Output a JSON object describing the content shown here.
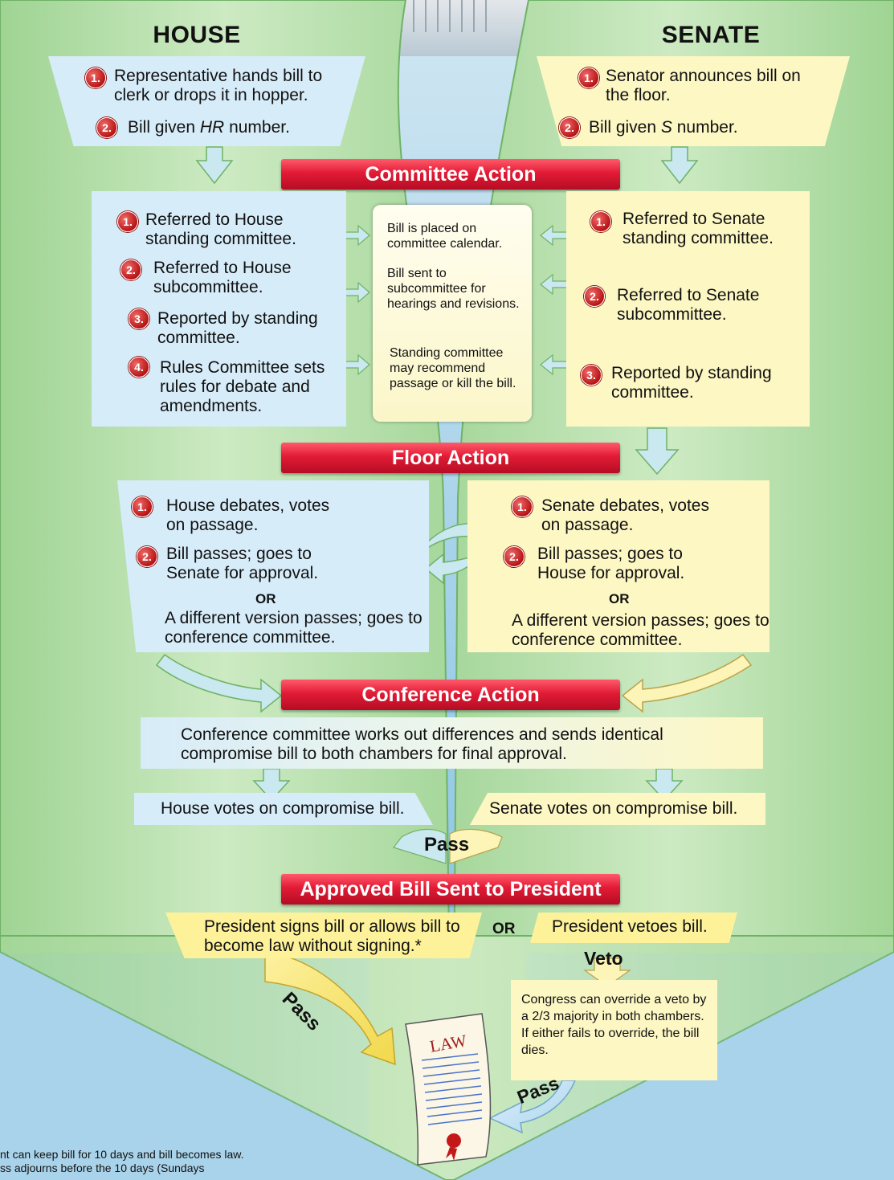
{
  "colors": {
    "house_box": "#d7ecf9",
    "senate_box": "#fdf7c4",
    "banner_red": "#e21b35",
    "badge_red": "#c41919",
    "arrow_green": "#bfe3b2",
    "arrow_green_dark": "#8fcd85",
    "background": "#a9d3ea"
  },
  "house": {
    "title": "HOUSE",
    "intro": [
      {
        "num": "1.",
        "text": "Representative hands bill to clerk or drops it in hopper."
      },
      {
        "num": "2.",
        "text_pre": "Bill given ",
        "text_em": "HR",
        "text_post": " number."
      }
    ],
    "committee": [
      {
        "num": "1.",
        "text": "Referred to House standing committee."
      },
      {
        "num": "2.",
        "text": "Referred to House subcommittee."
      },
      {
        "num": "3.",
        "text": "Reported by standing committee."
      },
      {
        "num": "4.",
        "text": "Rules Committee sets rules for debate and amendments."
      }
    ],
    "floor": {
      "step1": {
        "num": "1.",
        "text": "House debates, votes on passage."
      },
      "step2": {
        "num": "2.",
        "text": "Bill passes; goes to Senate for approval."
      },
      "or": "OR",
      "alt": "A different version passes; goes to conference committee."
    },
    "vote": "House votes on compromise bill."
  },
  "senate": {
    "title": "SENATE",
    "intro": [
      {
        "num": "1.",
        "text": "Senator announces bill on the floor."
      },
      {
        "num": "2.",
        "text_pre": "Bill given ",
        "text_em": "S",
        "text_post": " number."
      }
    ],
    "committee": [
      {
        "num": "1.",
        "text": "Referred to Senate standing committee."
      },
      {
        "num": "2.",
        "text": "Referred to Senate subcommittee."
      },
      {
        "num": "3.",
        "text": "Reported by standing committee."
      }
    ],
    "floor": {
      "step1": {
        "num": "1.",
        "text": "Senate debates, votes on passage."
      },
      "step2": {
        "num": "2.",
        "text": "Bill passes; goes to House for approval."
      },
      "or": "OR",
      "alt": "A different version passes; goes to conference committee."
    },
    "vote": "Senate votes on compromise bill."
  },
  "banners": {
    "committee": "Committee Action",
    "floor": "Floor Action",
    "conference": "Conference Action",
    "president": "Approved Bill Sent to President"
  },
  "center_box": [
    "Bill is placed on committee calendar.",
    "Bill sent to subcommittee for hearings and revisions.",
    "Standing committee may recommend passage or kill the bill."
  ],
  "conference_text": "Conference committee works out differences and sends identical compromise bill to both chambers for final approval.",
  "pass_center": "Pass",
  "president": {
    "sign": "President signs bill or allows bill to become law without signing.*",
    "or": "OR",
    "veto_bill": "President vetoes bill.",
    "veto_label": "Veto",
    "override": "Congress can override a veto by a 2/3 majority in both chambers. If either fails to override, the bill dies.",
    "pass_left": "Pass",
    "pass_right": "Pass",
    "law": "LAW"
  },
  "footnote": [
    "nt can keep bill for 10 days and bill becomes law.",
    "ss adjourns before the 10 days (Sundays"
  ]
}
